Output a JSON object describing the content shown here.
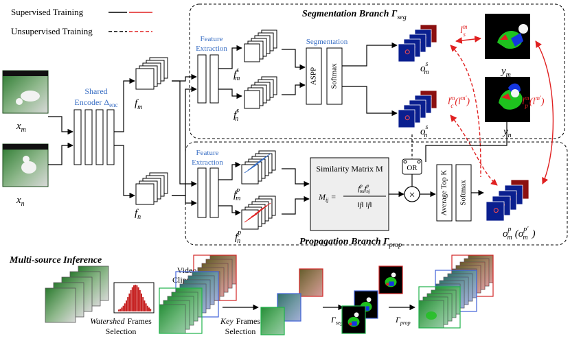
{
  "legend": {
    "supervised": "Supervised Training",
    "unsupervised": "Unsupervised Training"
  },
  "inputs": {
    "xm": "x",
    "xm_sub": "m",
    "xn": "x",
    "xn_sub": "n"
  },
  "encoder": {
    "line1": "Shared",
    "line2": "Encoder Δ",
    "line2_sub": "enc"
  },
  "features": {
    "fm": "f",
    "fm_sub": "m",
    "fn": "f",
    "fn_sub": "n"
  },
  "segmentation_branch": {
    "title": "Segmentation Branch Γ",
    "title_sub": "seg",
    "feature_extraction_1": "Feature",
    "feature_extraction_2": "Extraction",
    "fms": "f",
    "fms_sub": "m",
    "fms_sup": "s",
    "fns": "f",
    "fns_sub": "n",
    "fns_sup": "s",
    "segmentation_label": "Segmentation",
    "aspp": "ASPP",
    "softmax": "Softmax",
    "oms": "o",
    "oms_sub": "m",
    "oms_sup": "s",
    "ons": "o",
    "ons_sub": "n",
    "ons_sup": "s",
    "ym": "y",
    "ym_sub": "m",
    "yn": "y",
    "yn_sub": "n",
    "loss_s": "l",
    "loss_s_sub": "s",
    "loss_s_sup": "m",
    "loss_c": "l",
    "loss_c_sub": "c",
    "loss_c_sup": "m",
    "loss_c_alt": "(l",
    "loss_c_alt_sup": "m'",
    "loss_c_alt_end": ")",
    "loss_p": "l",
    "loss_p_sub": "p",
    "loss_p_sup": "m",
    "loss_p_alt": "(l",
    "loss_p_alt_sup": "m'",
    "loss_p_alt_end": ")"
  },
  "propagation_branch": {
    "title": "Propagation Branch Γ",
    "title_sub": "prop",
    "feature_extraction_1": "Feature",
    "feature_extraction_2": "Extraction",
    "fmp": "f",
    "fmp_sub": "m",
    "fmp_sup": "p",
    "fnp": "f",
    "fnp_sub": "n",
    "fnp_sup": "p",
    "similarity_title": "Similarity Matrix M",
    "similarity_lhs": "M",
    "similarity_lhs_sub": "ij",
    "similarity_eq": "=",
    "similarity_num": "f",
    "similarity_num_sub": "mi",
    "similarity_num_sup": "p",
    "similarity_num2": "f",
    "similarity_num2_sub": "nj",
    "similarity_num2_sup": "p",
    "similarity_den": "‖f‖ ‖f‖",
    "similarity_den_sub1": "mi",
    "similarity_den_sub2": "nj",
    "similarity_den_sup": "p",
    "or": "OR",
    "multiply": "×",
    "avg_topk": "Average Top K",
    "softmax": "Softmax",
    "omp": "o",
    "omp_sub": "m",
    "omp_sup": "p",
    "omp_alt": "(o",
    "omp_alt_sub": "m",
    "omp_alt_sup": "p'",
    "omp_alt_end": ")"
  },
  "inference": {
    "title": "Multi-source Inference",
    "watershed_1": "Watershed",
    "watershed_2": "Frames",
    "watershed_3": "Selection",
    "video_clipping_1": "Video",
    "video_clipping_2": "Clipping",
    "key_1": "Key",
    "key_2": "Frames",
    "key_3": "Selection",
    "gamma_seg": "Γ",
    "gamma_seg_sub": "seg",
    "gamma_prop": "Γ",
    "gamma_prop_sub": "prop"
  },
  "colors": {
    "red": "#e02020",
    "black": "#000000",
    "blue_text": "#3a6fc4",
    "frame_green": "#2e8a3e",
    "seg_navy": "#0a1f8f",
    "seg_darkred": "#8b1010",
    "panel_gray": "#eeeeee",
    "video_green": "#1fb24a",
    "video_blue": "#3f62d8",
    "video_red": "#d32424"
  }
}
